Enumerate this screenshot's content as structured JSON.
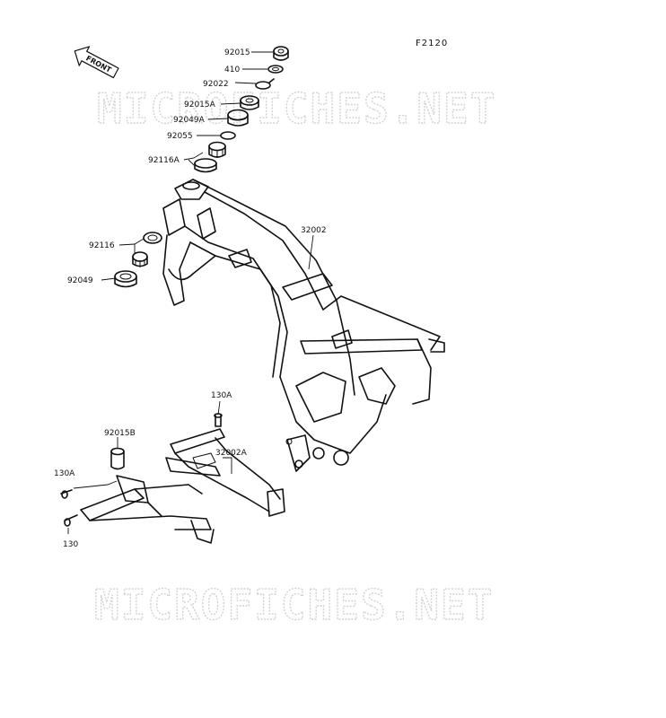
{
  "diagram_code": "F2120",
  "front_arrow_label": "FRONT",
  "watermark": "MICROFICHES.NET",
  "labels": {
    "p92015": "92015",
    "p410": "410",
    "p92022": "92022",
    "p92015A": "92015A",
    "p92049A": "92049A",
    "p92055": "92055",
    "p92116A": "92116A",
    "p92116": "92116",
    "p92049": "92049",
    "p32002": "32002",
    "p130A_top": "130A",
    "p92015B": "92015B",
    "p32002A": "32002A",
    "p130A_left": "130A",
    "p130": "130"
  }
}
